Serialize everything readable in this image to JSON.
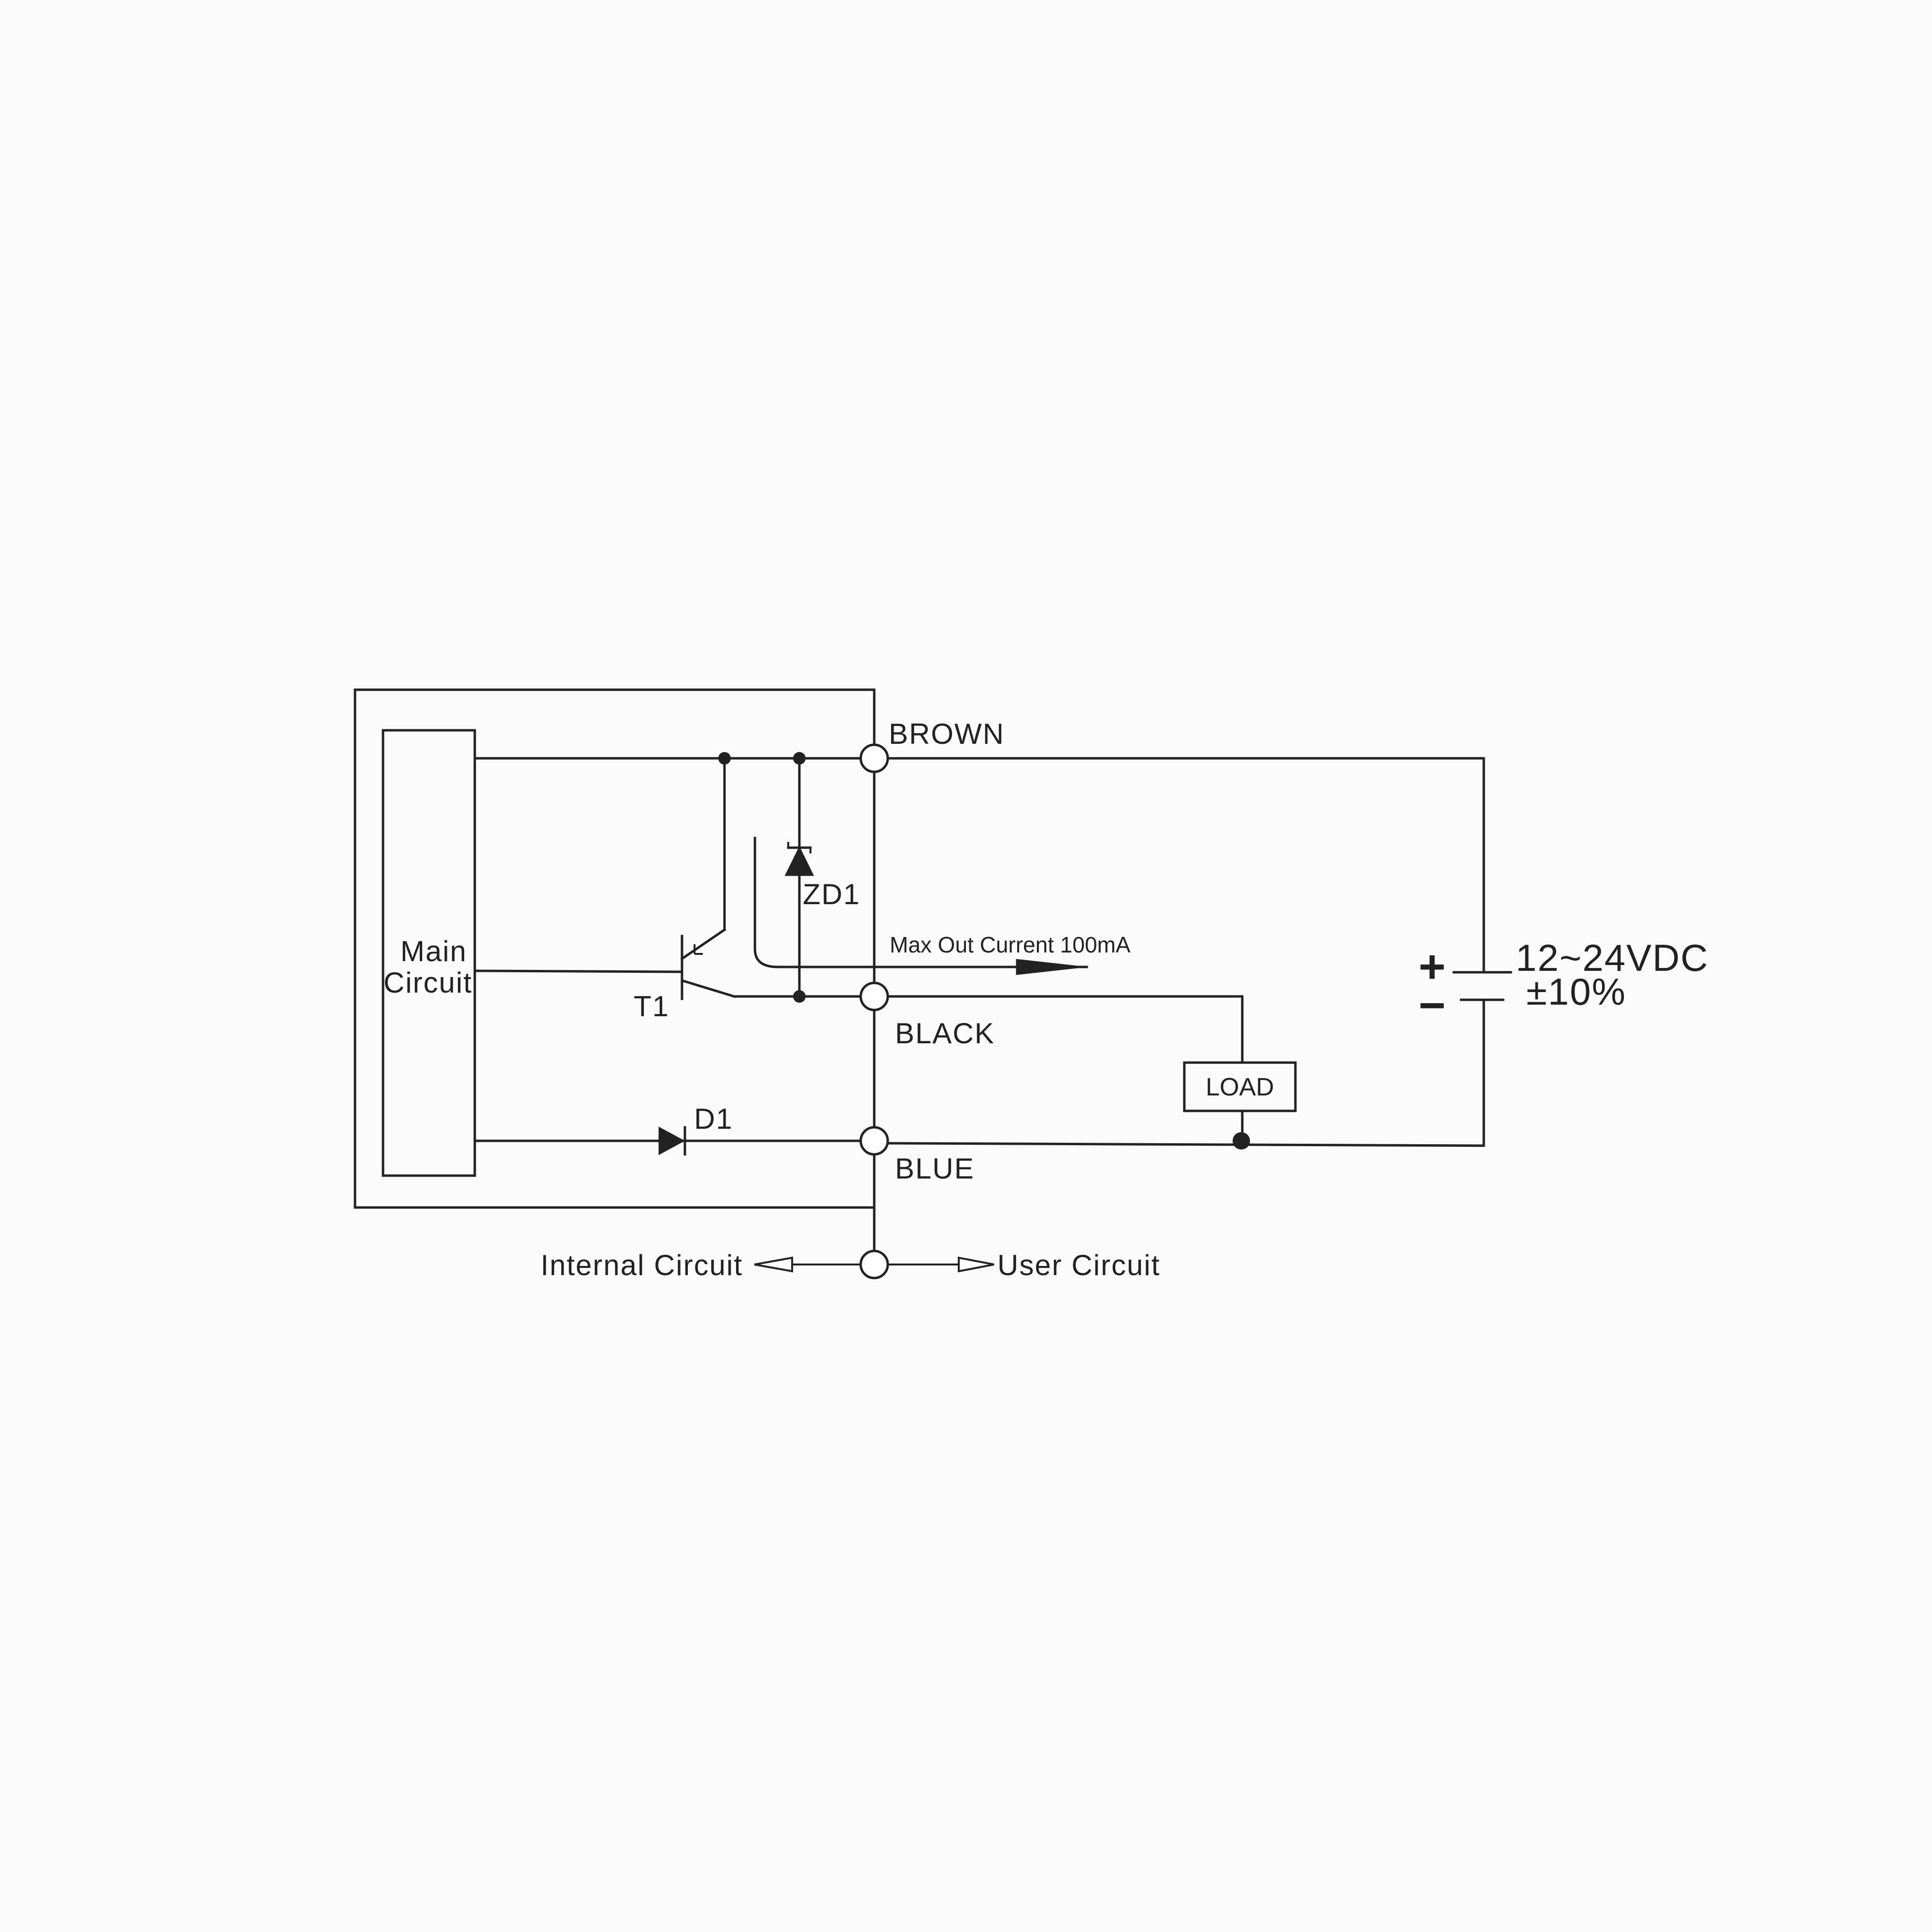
{
  "diagram": {
    "main_circuit": {
      "line1": "Main",
      "line2": "Circuit"
    },
    "transistor_label": "T1",
    "zener_label": "ZD1",
    "diode_label": "D1",
    "wire_labels": {
      "brown": "BROWN",
      "black": "BLACK",
      "blue": "BLUE"
    },
    "max_current_label": "Max Out Current 100mA",
    "load_label": "LOAD",
    "supply": {
      "plus": "+",
      "minus": "−",
      "voltage": "12~24VDC",
      "tolerance": "±10%"
    },
    "legend": {
      "internal": "Internal Circuit",
      "user": "User Circuit"
    }
  }
}
